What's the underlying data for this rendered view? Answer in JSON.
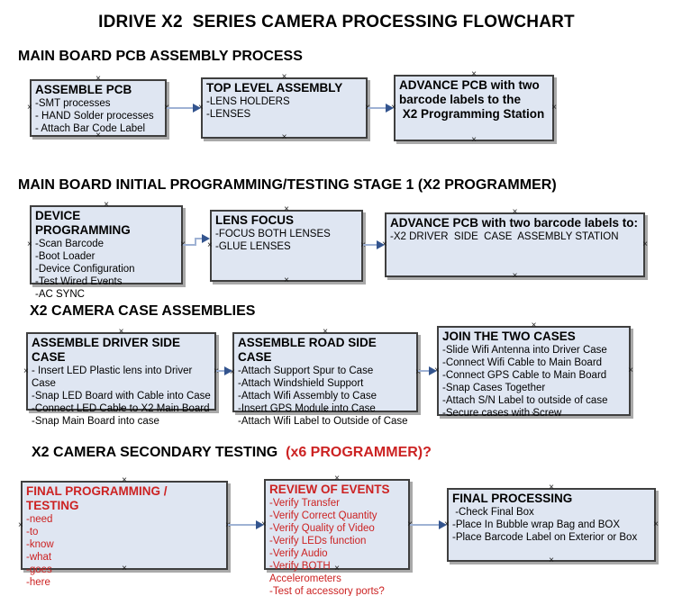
{
  "title": "IDRIVE X2  SERIES CAMERA PROCESSING FLOWCHART",
  "colors": {
    "box_fill": "#dfe6f2",
    "box_border": "#3f3f3f",
    "box_shadow": "#a9a9a9",
    "connector_line": "#9fb2d4",
    "arrow_head": "#33548e",
    "red_text": "#cc2222"
  },
  "glyphs": {
    "connection_point": "×"
  },
  "sections": [
    {
      "header": "MAIN BOARD PCB ASSEMBLY PROCESS",
      "boxes": [
        {
          "title": "ASSEMBLE PCB",
          "items": [
            "-SMT processes",
            "- HAND Solder processes",
            "- Attach Bar Code Label"
          ]
        },
        {
          "title": "TOP LEVEL ASSEMBLY",
          "items": [
            "-LENS HOLDERS",
            "-LENSES"
          ]
        },
        {
          "title": "ADVANCE PCB with two\nbarcode labels to the\n X2 Programming Station",
          "items": []
        }
      ]
    },
    {
      "header": "MAIN BOARD INITIAL PROGRAMMING/TESTING STAGE 1 (X2 PROGRAMMER)",
      "boxes": [
        {
          "title": "DEVICE PROGRAMMING",
          "items": [
            "-Scan Barcode",
            "-Boot Loader",
            "-Device Configuration",
            "-Test Wired Events",
            "-AC SYNC"
          ]
        },
        {
          "title": "LENS FOCUS",
          "items": [
            "-FOCUS BOTH LENSES",
            "-GLUE LENSES"
          ]
        },
        {
          "title": "ADVANCE PCB with two barcode labels to:",
          "items": [
            "-X2 DRIVER  SIDE  CASE  ASSEMBLY STATION"
          ]
        }
      ]
    },
    {
      "header": "X2 CAMERA CASE ASSEMBLIES",
      "boxes": [
        {
          "title": "ASSEMBLE DRIVER SIDE CASE",
          "items": [
            "- Insert LED Plastic lens into Driver Case",
            "-Snap LED Board with Cable into Case",
            "-Connect LED Cable to X2 Main Board",
            "-Snap Main Board into case"
          ]
        },
        {
          "title": "ASSEMBLE ROAD SIDE CASE",
          "items": [
            "-Attach Support Spur to Case",
            "-Attach Windshield Support",
            "-Attach Wifi Assembly to Case",
            "-Insert GPS Module into Case",
            "-Attach Wifi Label to Outside of Case"
          ]
        },
        {
          "title": "JOIN THE TWO CASES",
          "items": [
            "-Slide Wifi Antenna into Driver Case",
            "-Connect Wifi Cable to Main Board",
            "-Connect GPS Cable to Main Board",
            "-Snap Cases Together",
            "-Attach S/N Label to outside of case",
            "-Secure cases with Screw"
          ]
        }
      ]
    },
    {
      "header": "X2 CAMERA SECONDARY TESTING  ",
      "header_suffix": "(x6 PROGRAMMER)?",
      "boxes": [
        {
          "title": "FINAL PROGRAMMING / TESTING",
          "items": [
            "-need",
            "-to",
            "-know",
            "-what",
            "-goes",
            "-here"
          ]
        },
        {
          "title": "REVIEW OF EVENTS",
          "items": [
            "-Verify Transfer",
            "-Verify Correct Quantity",
            "-Verify Quality of Video",
            "-Verify LEDs function",
            "-Verify Audio",
            "-Verify BOTH Accelerometers",
            "-Test of accessory ports?"
          ]
        },
        {
          "title": "FINAL PROCESSING",
          "items": [
            " -Check Final Box",
            "-Place In Bubble wrap Bag and BOX",
            "-Place Barcode Label on Exterior or Box"
          ]
        }
      ]
    }
  ]
}
